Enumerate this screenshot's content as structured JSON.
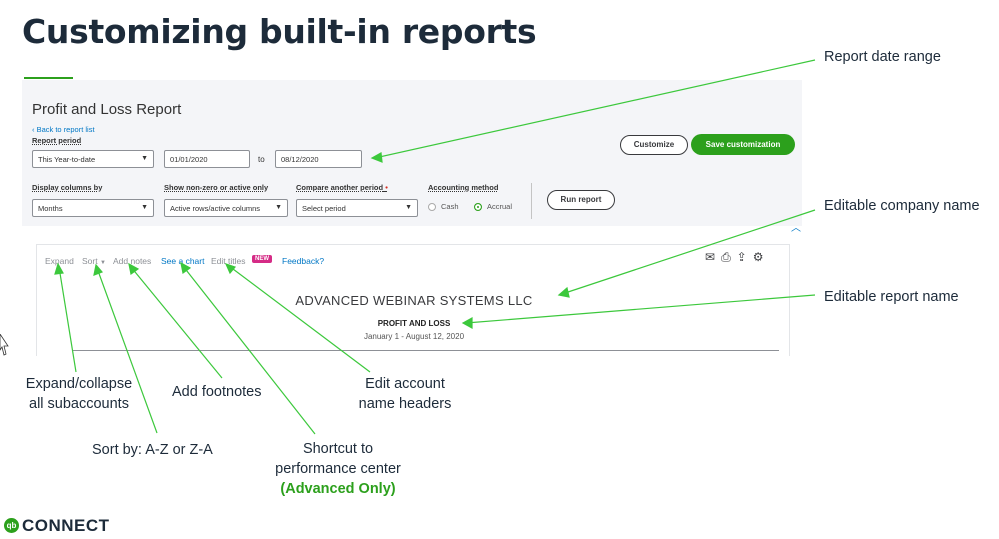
{
  "slide": {
    "title": "Customizing built-in reports",
    "logo_text": "CONNECT",
    "logo_badge": "qb"
  },
  "report_header": {
    "title": "Profit and Loss Report",
    "back_link": "Back to report list",
    "report_period_label": "Report period",
    "report_period_value": "This Year-to-date",
    "date_from": "01/01/2020",
    "to_label": "to",
    "date_to": "08/12/2020",
    "customize_label": "Customize",
    "save_customization_label": "Save customization"
  },
  "filters": {
    "display_columns_label": "Display columns by",
    "display_columns_value": "Months",
    "show_nonzero_label": "Show non-zero or active only",
    "show_nonzero_value": "Active rows/active columns",
    "compare_label": "Compare another period",
    "compare_required": "•",
    "compare_value": "Select period",
    "accounting_method_label": "Accounting method",
    "method_cash": "Cash",
    "method_accrual": "Accrual",
    "method_selected": "Accrual",
    "run_report_label": "Run report"
  },
  "report_toolbar": {
    "expand": "Expand",
    "sort": "Sort",
    "add_notes": "Add notes",
    "see_chart": "See a chart",
    "edit_titles": "Edit titles",
    "new_badge": "NEW",
    "feedback": "Feedback?"
  },
  "report_body": {
    "company_name": "ADVANCED WEBINAR SYSTEMS LLC",
    "report_name": "PROFIT AND LOSS",
    "date_range": "January 1 - August 12, 2020"
  },
  "callouts": {
    "report_date_range": "Report date range",
    "editable_company_name": "Editable company name",
    "editable_report_name": "Editable report name",
    "expand_collapse_line1": "Expand/collapse",
    "expand_collapse_line2": "all subaccounts",
    "add_footnotes": "Add footnotes",
    "edit_account_line1": "Edit account",
    "edit_account_line2": "name headers",
    "sort_by": "Sort by: A-Z or Z-A",
    "shortcut_line1": "Shortcut to",
    "shortcut_line2": "performance center",
    "shortcut_line3": "(Advanced Only)"
  },
  "colors": {
    "accent_green": "#2ca01c",
    "link_blue": "#0077c5",
    "arrow_green": "#3cc83c",
    "title_navy": "#1d2b3a"
  }
}
